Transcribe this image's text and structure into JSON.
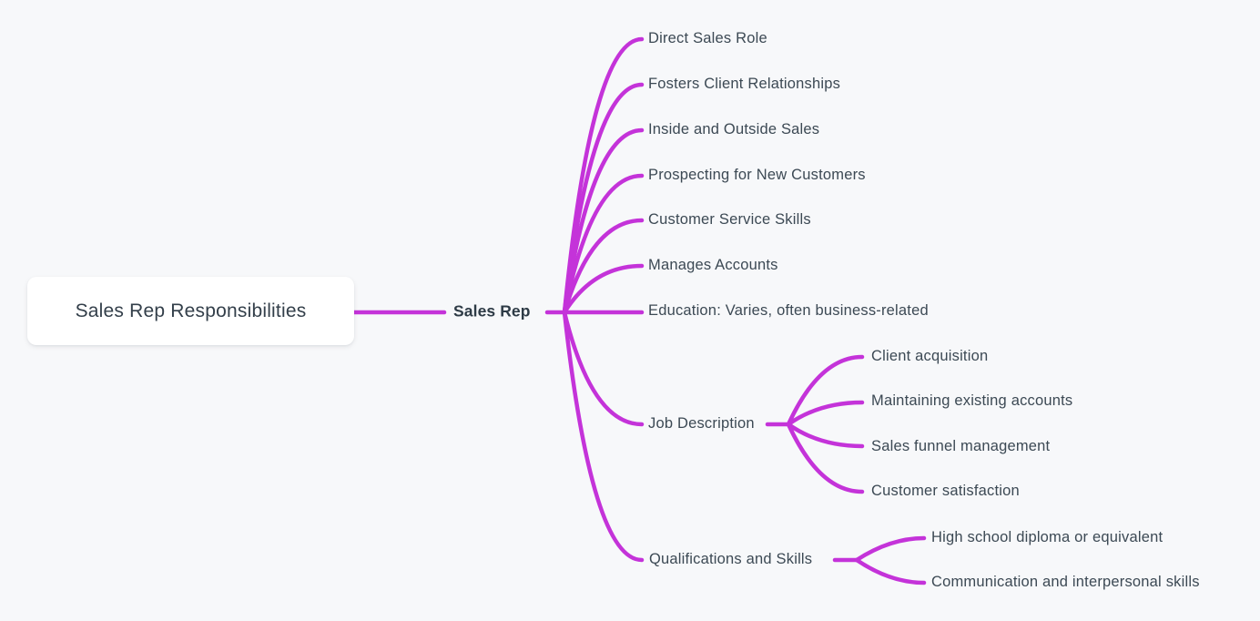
{
  "colors": {
    "background": "#f7f8fa",
    "edge": "#c433d9",
    "text": "#3c4954",
    "text_strong": "#2e3b46",
    "root_card_background": "#ffffff"
  },
  "mindmap": {
    "root": {
      "label": "Sales Rep Responsibilities"
    },
    "center": {
      "label": "Sales Rep"
    },
    "branches": [
      {
        "label": "Direct Sales Role",
        "children": []
      },
      {
        "label": "Fosters Client Relationships",
        "children": []
      },
      {
        "label": "Inside and Outside Sales",
        "children": []
      },
      {
        "label": "Prospecting for New Customers",
        "children": []
      },
      {
        "label": "Customer Service Skills",
        "children": []
      },
      {
        "label": "Manages Accounts",
        "children": []
      },
      {
        "label": "Education: Varies, often business-related",
        "children": []
      },
      {
        "label": "Job Description",
        "children": [
          {
            "label": "Client acquisition"
          },
          {
            "label": "Maintaining existing accounts"
          },
          {
            "label": "Sales funnel management"
          },
          {
            "label": "Customer satisfaction"
          }
        ]
      },
      {
        "label": "Qualifications and Skills",
        "children": [
          {
            "label": "High school diploma or equivalent"
          },
          {
            "label": "Communication and interpersonal skills"
          }
        ]
      }
    ]
  }
}
